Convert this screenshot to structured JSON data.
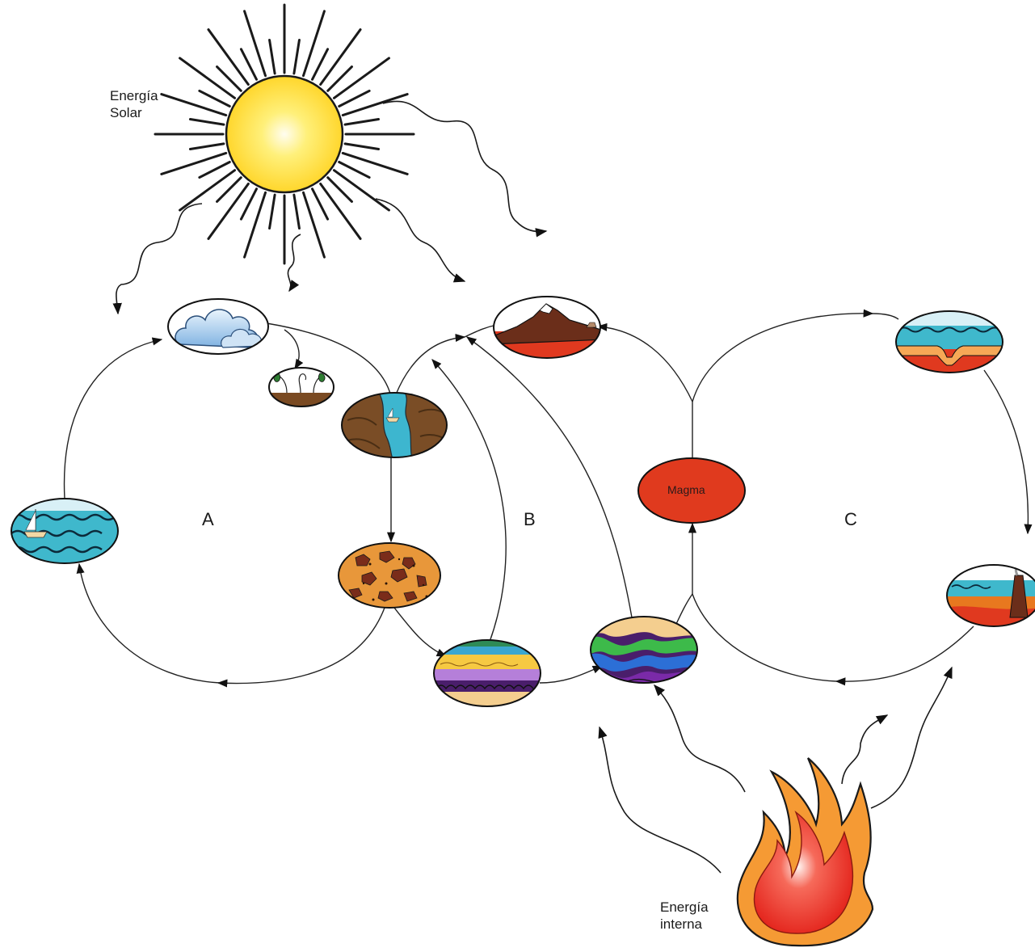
{
  "labels": {
    "solar_line1": "Energía",
    "solar_line2": "Solar",
    "internal_line1": "Energía",
    "internal_line2": "interna",
    "cycle_a": "A",
    "cycle_b": "B",
    "cycle_c": "C",
    "magma": "Magma"
  },
  "colors": {
    "sun": "#FFE14A",
    "sun_rays": "#1a1a1a",
    "magma": "#E03A1E",
    "flame_outer": "#F59A34",
    "flame_inner": "#E8281E",
    "water": "#3FB3C9",
    "earth": "#8B5A2B",
    "line": "#222222"
  }
}
